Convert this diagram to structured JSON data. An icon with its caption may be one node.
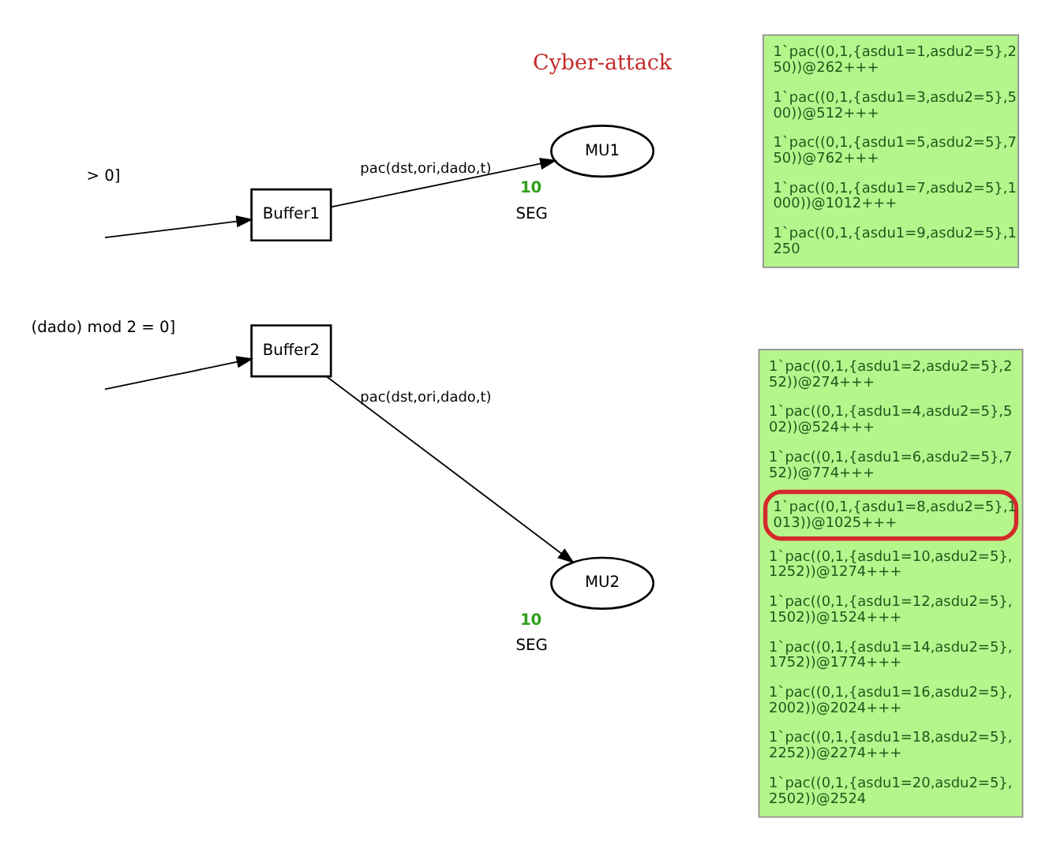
{
  "diagram": {
    "nodes": [
      {
        "text": [
          "Buffer1"
        ]
      },
      {
        "text": [
          "MU1"
        ],
        "beside": [
          "10",
          "SEG"
        ]
      },
      {
        "text": [
          "Buffer2"
        ]
      },
      {
        "text": [
          "MU2"
        ],
        "beside": [
          "10",
          "SEG"
        ]
      },
      {
        "text": [
          "1`pac((0,1,{asdu1=1,asdu2=5},250))@262+++",
          "1`pac((0,1,{asdu1=3,asdu2=5},500))@512+++",
          "1`pac((0,1,{asdu1=5,asdu2=5},750))@762+++",
          "1`pac((0,1,{asdu1=7,asdu2=5},1000))@1012+++",
          "1`pac((0,1,{asdu1=9,asdu2=5},1250"
        ]
      },
      {
        "text": [
          "1`pac((0,1,{asdu1=2,asdu2=5},252))@274+++",
          "1`pac((0,1,{asdu1=4,asdu2=5},502))@524+++",
          "1`pac((0,1,{asdu1=6,asdu2=5},752))@774+++",
          "1`pac((0,1,{asdu1=8,asdu2=5},1013))@1025+++",
          "1`pac((0,1,{asdu1=10,asdu2=5},1252))@1274+++",
          "1`pac((0,1,{asdu1=12,asdu2=5},1502))@1524+++",
          "1`pac((0,1,{asdu1=14,asdu2=5},1752))@1774+++",
          "1`pac((0,1,{asdu1=16,asdu2=5},2002))@2024+++",
          "1`pac((0,1,{asdu1=18,asdu2=5},2252))@2274+++",
          "1`pac((0,1,{asdu1=20,asdu2=5},2502))@2524"
        ]
      }
    ],
    "edges": [
      {
        "from": null,
        "to": 0,
        "arrow": "to"
      },
      {
        "from": 0,
        "to": 1,
        "label": "pac(dst,ori,dado,t)",
        "arrow": "to"
      },
      {
        "from": null,
        "to": 2,
        "arrow": "to"
      },
      {
        "from": 2,
        "to": 3,
        "label": "pac(dst,ori,dado,t)",
        "arrow": "to"
      }
    ],
    "labels": [
      "> 0]",
      "Cyber-attack",
      "(dado) mod 2 = 0]"
    ]
  }
}
